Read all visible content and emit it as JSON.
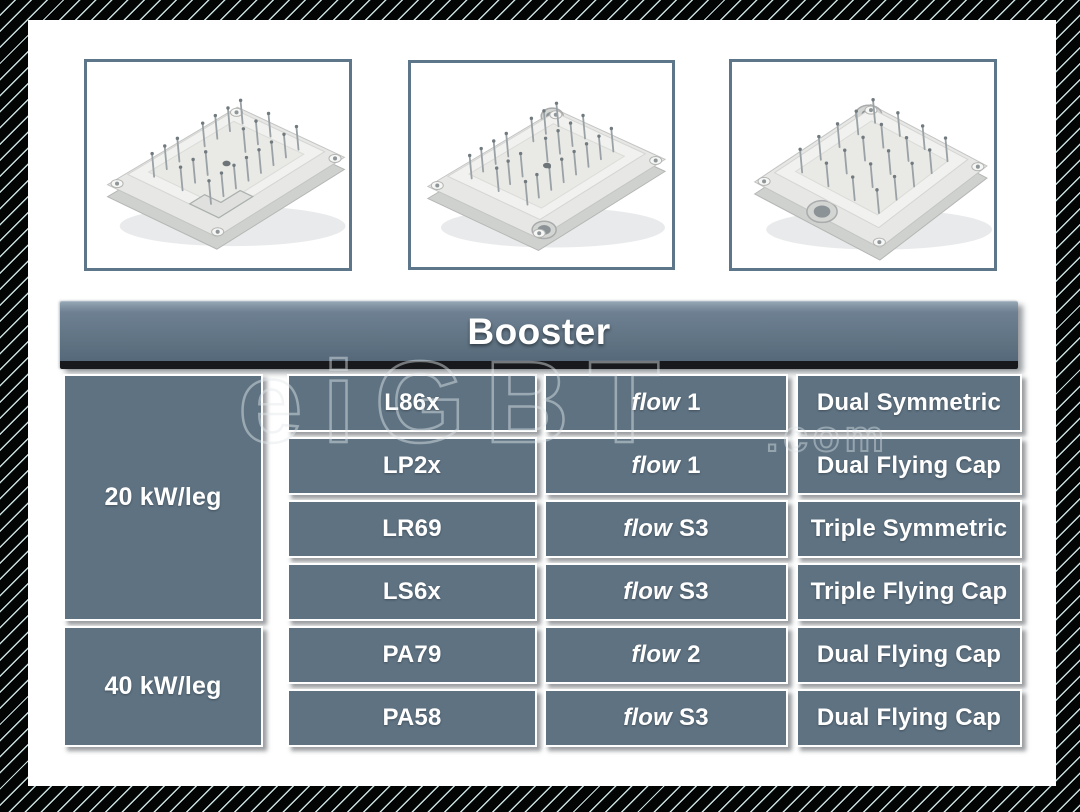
{
  "header": {
    "title": "Booster"
  },
  "gallery": {
    "modules": [
      "booster-module-rect-notched",
      "booster-module-rect-clamped",
      "booster-module-square"
    ]
  },
  "table": {
    "groups": [
      {
        "label": "20 kW/leg",
        "rows": [
          {
            "code": "L86x",
            "flow_word": "flow",
            "flow_value": "1",
            "topology": "Dual Symmetric"
          },
          {
            "code": "LP2x",
            "flow_word": "flow",
            "flow_value": "1",
            "topology": "Dual Flying Cap"
          },
          {
            "code": "LR69",
            "flow_word": "flow",
            "flow_value": "S3",
            "topology": "Triple Symmetric"
          },
          {
            "code": "LS6x",
            "flow_word": "flow",
            "flow_value": "S3",
            "topology": "Triple Flying Cap"
          }
        ]
      },
      {
        "label": "40 kW/leg",
        "rows": [
          {
            "code": "PA79",
            "flow_word": "flow",
            "flow_value": "2",
            "topology": "Dual Flying Cap"
          },
          {
            "code": "PA58",
            "flow_word": "flow",
            "flow_value": "S3",
            "topology": "Dual Flying Cap"
          }
        ]
      }
    ]
  },
  "watermark": {
    "text": "eiGBT",
    "suffix": ".com"
  },
  "colors": {
    "cell": "#5e7282",
    "header_shadow": "#17191c",
    "frame_border": "#5e7689",
    "hatch_line": "#c9dede",
    "text": "#ffffff"
  }
}
